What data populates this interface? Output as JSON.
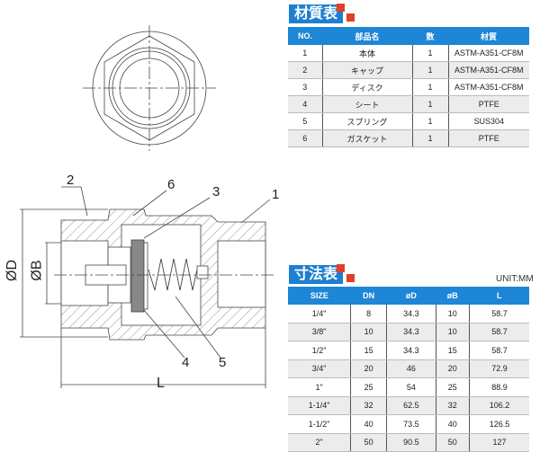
{
  "drawing": {
    "callouts": [
      "1",
      "2",
      "3",
      "4",
      "5",
      "6"
    ],
    "dim_labels": {
      "od": "ØD",
      "ob": "ØB",
      "length": "L"
    }
  },
  "materials": {
    "title": "材質表",
    "headers": [
      "NO.",
      "部品名",
      "数",
      "材質"
    ],
    "rows": [
      [
        "1",
        "本体",
        "1",
        "ASTM-A351-CF8M"
      ],
      [
        "2",
        "キャップ",
        "1",
        "ASTM-A351-CF8M"
      ],
      [
        "3",
        "ディスク",
        "1",
        "ASTM-A351-CF8M"
      ],
      [
        "4",
        "シート",
        "1",
        "PTFE"
      ],
      [
        "5",
        "スプリング",
        "1",
        "SUS304"
      ],
      [
        "6",
        "ガスケット",
        "1",
        "PTFE"
      ]
    ]
  },
  "dimensions": {
    "title": "寸法表",
    "unit": "UNIT:MM",
    "headers": [
      "SIZE",
      "DN",
      "øD",
      "øB",
      "L"
    ],
    "rows": [
      [
        "1/4\"",
        "8",
        "34.3",
        "10",
        "58.7"
      ],
      [
        "3/8\"",
        "10",
        "34.3",
        "10",
        "58.7"
      ],
      [
        "1/2\"",
        "15",
        "34.3",
        "15",
        "58.7"
      ],
      [
        "3/4\"",
        "20",
        "46",
        "20",
        "72.9"
      ],
      [
        "1\"",
        "25",
        "54",
        "25",
        "88.9"
      ],
      [
        "1-1/4\"",
        "32",
        "62.5",
        "32",
        "106.2"
      ],
      [
        "1-1/2\"",
        "40",
        "73.5",
        "40",
        "126.5"
      ],
      [
        "2\"",
        "50",
        "90.5",
        "50",
        "127"
      ]
    ]
  },
  "colors": {
    "accent": "#1e86d6",
    "red": "#e0402a"
  }
}
